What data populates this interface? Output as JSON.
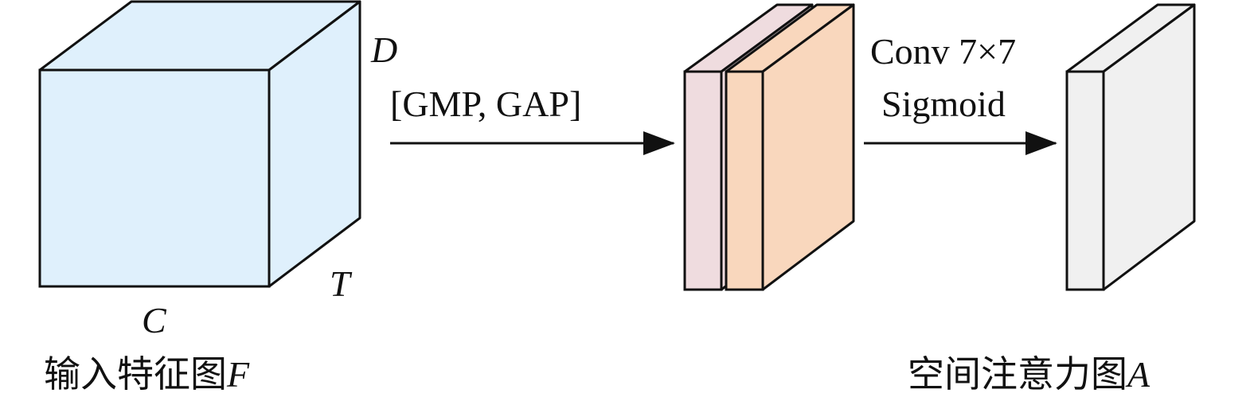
{
  "input_block": {
    "dim_depth": "D",
    "dim_channel": "C",
    "dim_time": "T",
    "caption": "输入特征图",
    "caption_var": "F",
    "color": "#dff0fc"
  },
  "pooling_step": {
    "label": "[GMP, GAP]"
  },
  "pooled_maps": {
    "back_color": "#efdcdf",
    "front_color": "#f9d7bd"
  },
  "conv_step": {
    "label_line1": "Conv 7×7",
    "label_line2": "Sigmoid"
  },
  "output_block": {
    "caption": "空间注意力图",
    "caption_var": "A",
    "color": "#f0f0f0"
  },
  "stroke_color": "#111111"
}
